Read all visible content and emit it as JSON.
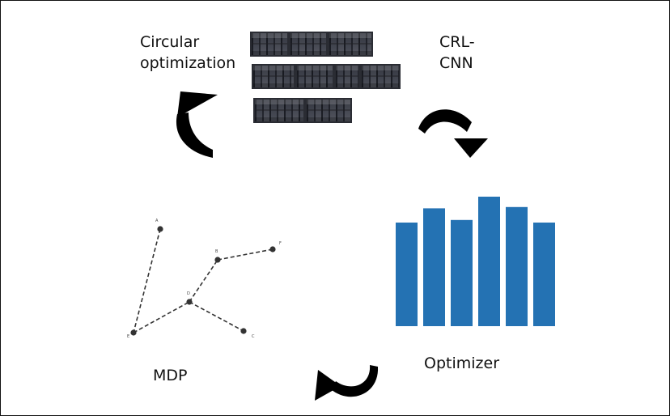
{
  "labels": {
    "circular": [
      "Circular",
      "optimization"
    ],
    "crl": [
      "CRL-",
      "CNN"
    ],
    "optimizer": "Optimizer",
    "mdp": "MDP"
  },
  "graph": {
    "node_labels": [
      "A",
      "B",
      "F",
      "D",
      "E",
      "C"
    ]
  },
  "bars": {
    "color": "#2472B3",
    "relative_heights": [
      0.8,
      0.91,
      0.82,
      1.0,
      0.92,
      0.8
    ]
  },
  "arrows": {
    "color": "#000000"
  }
}
